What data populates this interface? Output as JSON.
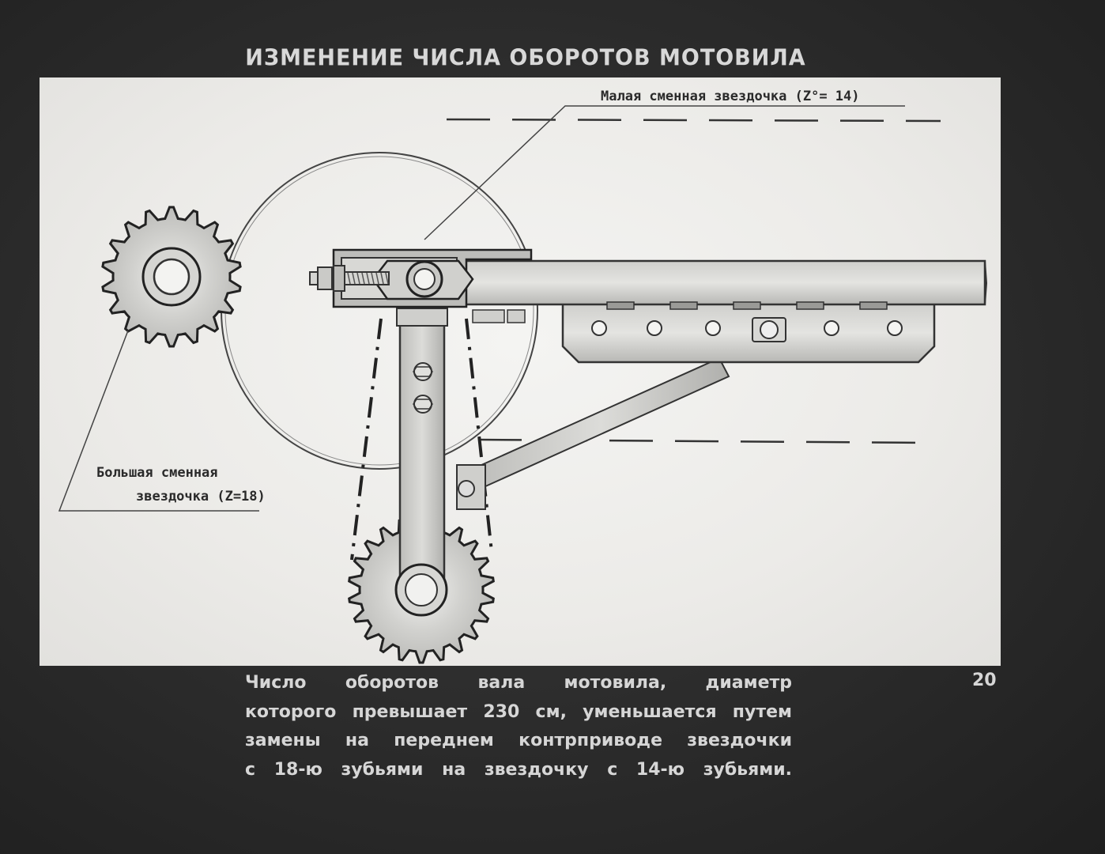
{
  "slide": {
    "title": "ИЗМЕНЕНИЕ ЧИСЛА ОБОРОТОВ МОТОВИЛА",
    "page_number": "20"
  },
  "labels": {
    "small_sprocket": "Малая сменная звездочка (Z°= 14)",
    "large_sprocket_line1": "Большая сменная",
    "large_sprocket_line2": "звездочка (Z=18)"
  },
  "caption": {
    "lines": [
      "Число оборотов вала мотовила, диаметр",
      "которого превышает 230 см, уменьшается путем",
      "замены на переднем контрприводе звездочки",
      "с 18-ю зубьями на звездочку с 14-ю зубьями."
    ]
  }
}
